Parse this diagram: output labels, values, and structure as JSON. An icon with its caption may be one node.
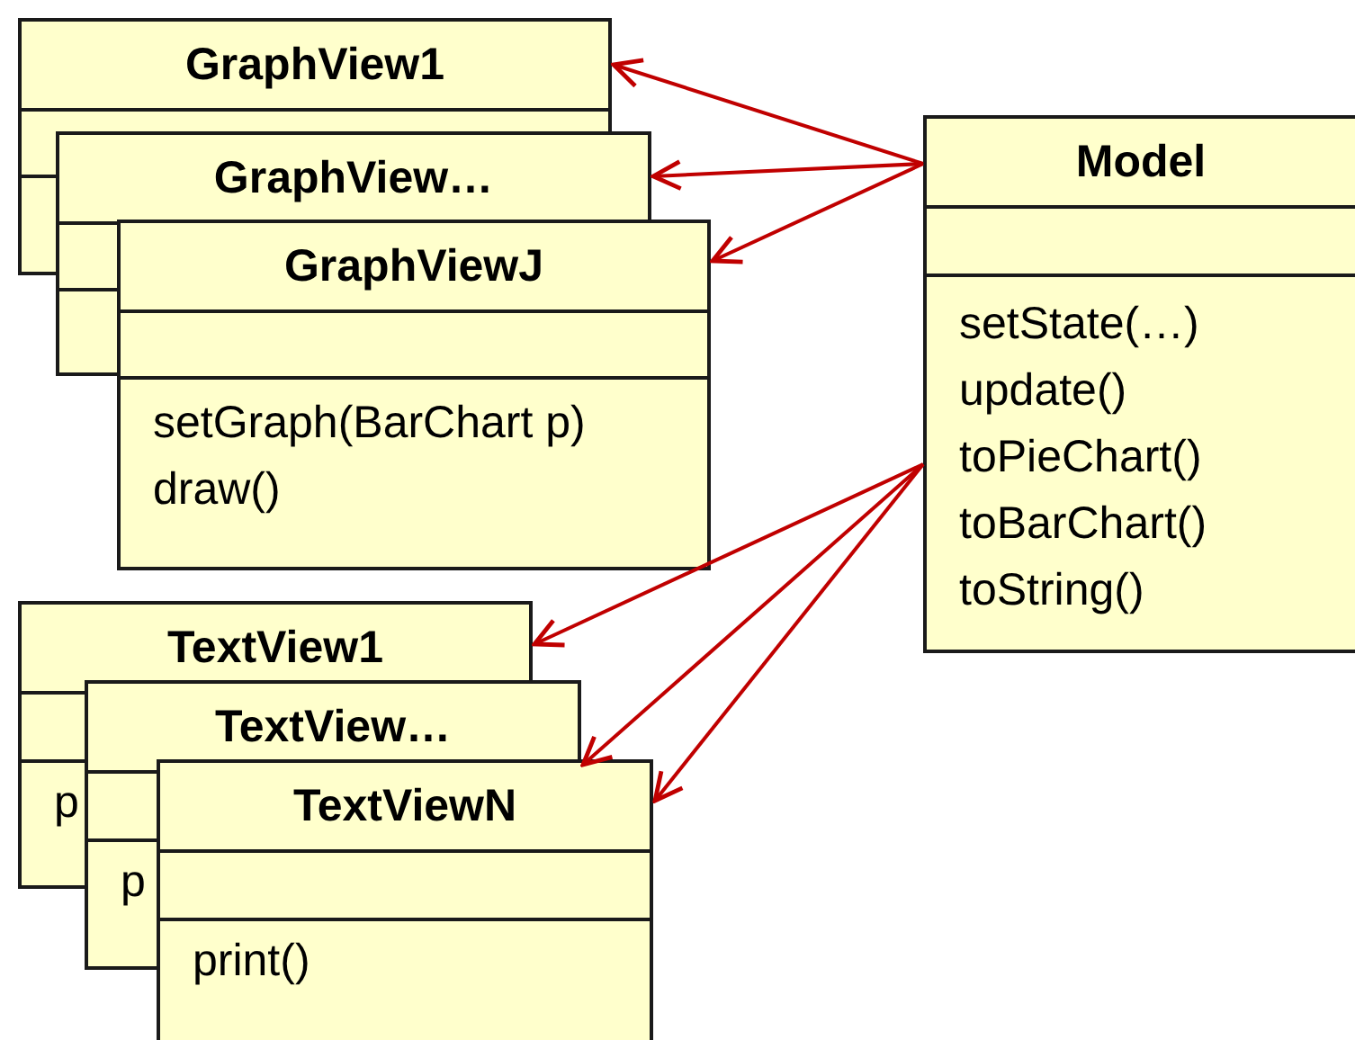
{
  "diagram": {
    "nodes": [
      {
        "text": [
          "GraphView1"
        ]
      },
      {
        "text": [
          "GraphView…"
        ]
      },
      {
        "text": [
          "GraphViewJ",
          "setGraph(BarChart p)",
          "draw()"
        ]
      },
      {
        "text": [
          "Model",
          "setState(…)",
          "update()",
          "toPieChart()",
          "toBarChart()",
          "toString()"
        ]
      },
      {
        "text": [
          "TextView1"
        ]
      },
      {
        "text": [
          "TextView…"
        ]
      },
      {
        "text": [
          "TextViewN",
          "print()"
        ]
      }
    ],
    "edges": [
      {
        "from": 3,
        "to": 0,
        "arrow": "to",
        "color": "#c00000"
      },
      {
        "from": 3,
        "to": 1,
        "arrow": "to",
        "color": "#c00000"
      },
      {
        "from": 3,
        "to": 2,
        "arrow": "to",
        "color": "#c00000"
      },
      {
        "from": 3,
        "to": 4,
        "arrow": "to",
        "color": "#c00000"
      },
      {
        "from": 3,
        "to": 5,
        "arrow": "to",
        "color": "#c00000"
      },
      {
        "from": 3,
        "to": 6,
        "arrow": "to",
        "color": "#c00000"
      }
    ],
    "labels": [
      "p",
      "p"
    ]
  }
}
